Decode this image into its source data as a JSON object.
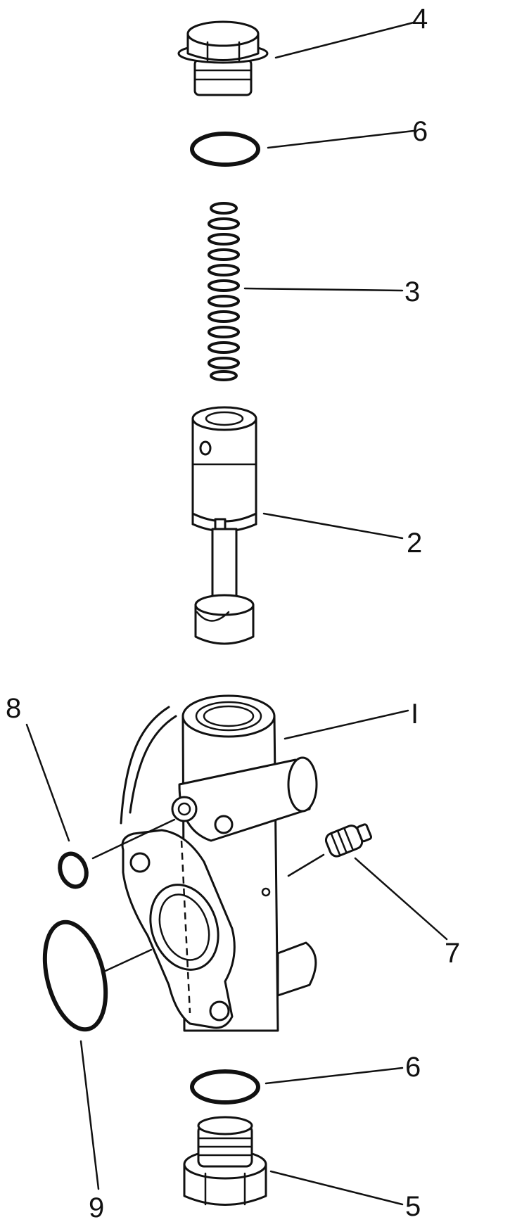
{
  "diagram": {
    "callouts": [
      {
        "id": "c4",
        "label": "4"
      },
      {
        "id": "c6a",
        "label": "6"
      },
      {
        "id": "c3",
        "label": "3"
      },
      {
        "id": "c2",
        "label": "2"
      },
      {
        "id": "c1",
        "label": "I"
      },
      {
        "id": "c8",
        "label": "8"
      },
      {
        "id": "c7",
        "label": "7"
      },
      {
        "id": "c9",
        "label": "9"
      },
      {
        "id": "c6b",
        "label": "6"
      },
      {
        "id": "c5",
        "label": "5"
      }
    ]
  }
}
